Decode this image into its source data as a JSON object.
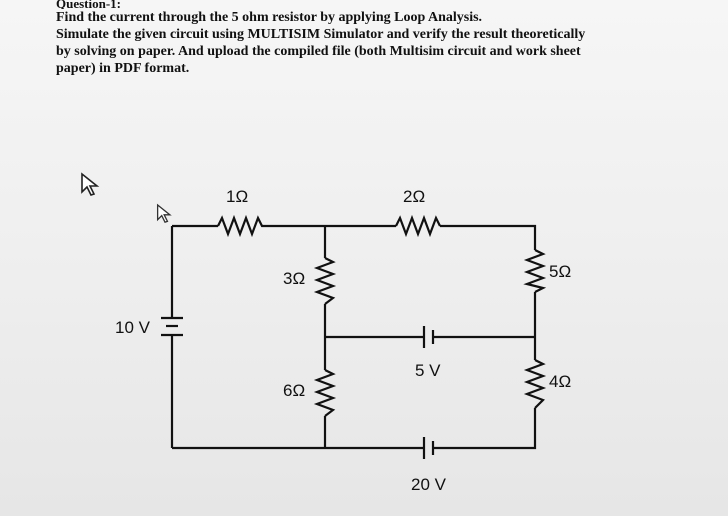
{
  "question": {
    "heading": "Question-1:",
    "line1": "Find the current through the 5 ohm resistor by applying Loop Analysis.",
    "line2": "Simulate the given circuit using MULTISIM Simulator and verify the result theoretically",
    "line3": "by solving on paper. And upload the compiled file (both Multisim circuit and work sheet",
    "line4": "paper) in PDF format."
  },
  "circuit": {
    "r1": "1Ω",
    "r2": "2Ω",
    "r3": "3Ω",
    "r4": "6Ω",
    "r5": "5Ω",
    "r6": "4Ω",
    "v1": "10 V",
    "v2": "5 V",
    "v3": "20 V"
  },
  "colors": {
    "ink": "#111111",
    "paper": "#f3f3f3"
  }
}
